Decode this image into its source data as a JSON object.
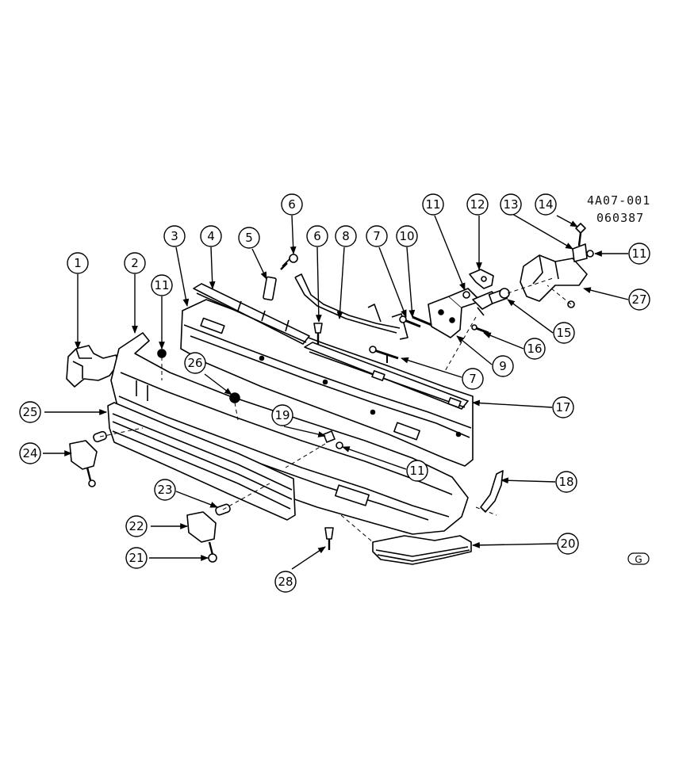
{
  "figure_codes": {
    "code1": "4A07-001",
    "code2": "060387"
  },
  "corner_mark": "G",
  "callouts": {
    "c1": "1",
    "c2": "2",
    "c3": "3",
    "c4": "4",
    "c5": "5",
    "c6a": "6",
    "c6b": "6",
    "c7a": "7",
    "c7b": "7",
    "c8": "8",
    "c9": "9",
    "c10": "10",
    "c11a": "11",
    "c11b": "11",
    "c11c": "11",
    "c11d": "11",
    "c12": "12",
    "c13": "13",
    "c14": "14",
    "c15": "15",
    "c16": "16",
    "c17": "17",
    "c18": "18",
    "c19": "19",
    "c20": "20",
    "c21": "21",
    "c22": "22",
    "c23": "23",
    "c24": "24",
    "c25": "25",
    "c26": "26",
    "c27": "27",
    "c28": "28"
  }
}
